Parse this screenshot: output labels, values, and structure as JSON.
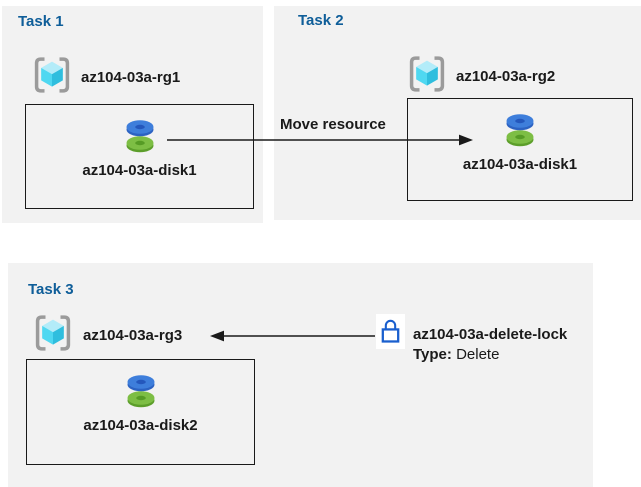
{
  "colors": {
    "panel_bg": "#f2f2f2",
    "heading_blue": "#0f5e99",
    "text": "#1a1a1a",
    "box_border": "#1a1a1a",
    "lock_blue": "#1a5fce",
    "bracket_gray": "#9b9b9b",
    "cube_top": "#b3ecf9",
    "cube_left": "#4fd8f1",
    "cube_right": "#2fbede",
    "disk_blue_top": "#3e7edb",
    "disk_blue_side": "#2c62c2",
    "disk_blue_hole": "#2457bc",
    "disk_green_top": "#7dbe44",
    "disk_green_side": "#5c9e2a",
    "disk_green_hole": "#569b25"
  },
  "tasks": {
    "task1": {
      "title": "Task 1",
      "resource_group": "az104-03a-rg1",
      "disk": "az104-03a-disk1"
    },
    "task2": {
      "title": "Task 2",
      "resource_group": "az104-03a-rg2",
      "disk": "az104-03a-disk1"
    },
    "task3": {
      "title": "Task 3",
      "resource_group": "az104-03a-rg3",
      "disk": "az104-03a-disk2"
    }
  },
  "move_arrow": {
    "label": "Move resource"
  },
  "lock_annotation": {
    "name": "az104-03a-delete-lock",
    "type_label": "Type:",
    "type_value": "Delete"
  },
  "icons": {
    "resource_group": "resource-group-icon",
    "disk": "disk-icon",
    "lock": "lock-icon"
  }
}
